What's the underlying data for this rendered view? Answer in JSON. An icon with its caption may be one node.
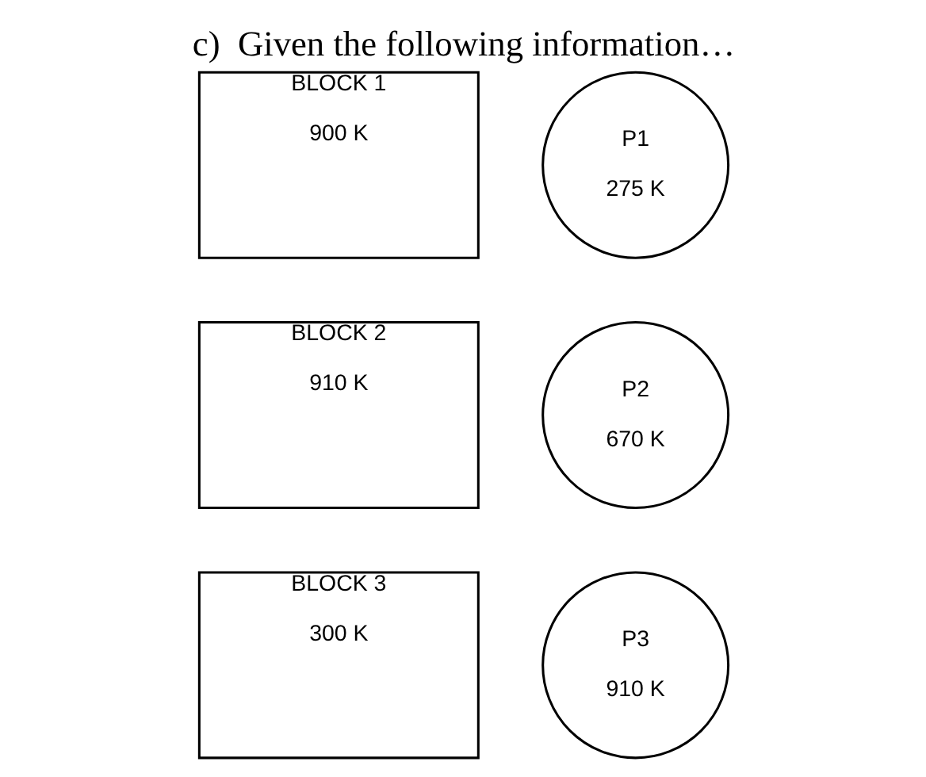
{
  "diagram": {
    "title": "c)  Given the following information…",
    "nodes": [
      {
        "text": [
          "P1",
          "275 K"
        ]
      },
      {
        "text": [
          "P2",
          "670 K"
        ]
      },
      {
        "text": [
          "P3",
          "910 K"
        ]
      },
      {
        "text": [
          "BLOCK 1",
          "900 K"
        ]
      },
      {
        "text": [
          "BLOCK 2",
          "910 K"
        ]
      },
      {
        "text": [
          "BLOCK 3",
          "300 K"
        ]
      }
    ],
    "edges": []
  }
}
